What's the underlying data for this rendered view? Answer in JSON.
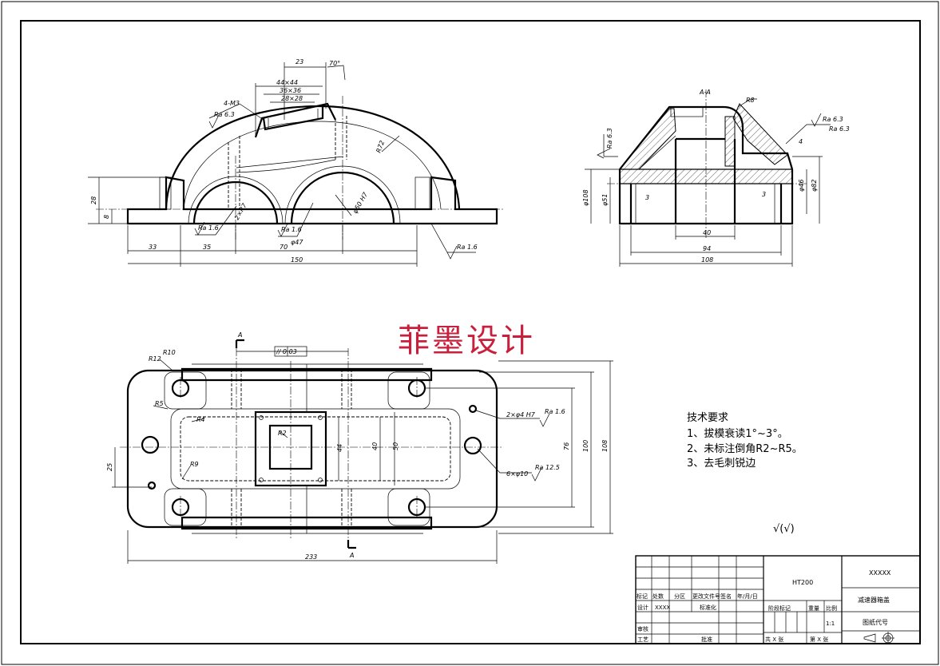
{
  "watermark": "菲墨设计",
  "notes": {
    "title": "技术要求",
    "items": [
      "1、拔模衰读1°~3°。",
      "2、未标注倒角R2~R5。",
      "3、去毛刺锐边"
    ]
  },
  "surface_symbol": "√(√)",
  "front_view": {
    "dims": [
      "23",
      "70°",
      "44×44",
      "36×36",
      "28×28",
      "4-M3",
      "Ra 6.3",
      "R72",
      "28",
      "8",
      "33",
      "35",
      "70",
      "150",
      "Ra 1.6",
      "Ra 1.6",
      "Ra 1.6",
      "φ50 H7",
      "2×R7",
      "φ47"
    ]
  },
  "side_view": {
    "section_label": "A-A",
    "dims": [
      "R8",
      "Ra 6.3",
      "Ra 6.3",
      "4",
      "Ra 6.3",
      "3",
      "3",
      "φ108",
      "φ51",
      "φ46",
      "φ82",
      "40",
      "94",
      "108"
    ]
  },
  "top_view": {
    "dims": [
      "A",
      "A",
      "// 0.03",
      "R12",
      "R10",
      "R5",
      "R4",
      "R2",
      "R9",
      "25",
      "44",
      "40",
      "50",
      "76",
      "100",
      "108",
      "233",
      "2×φ4 H7",
      "Ra 1.6",
      "6×φ10",
      "Ra 12.5"
    ]
  },
  "title_block": {
    "material": "HT200",
    "drawing_name_top": "XXXXX",
    "part_name": "减速器箱盖",
    "drawing_code_label": "图纸代号",
    "header_labels": [
      "标记",
      "处数",
      "分区",
      "更改文件号",
      "签名",
      "年/月/日"
    ],
    "design_label": "设计",
    "design_value": "XXXX",
    "standardize_label": "标准化",
    "stage_label": "阶段标记",
    "weight_label": "重量",
    "scale_label": "比例",
    "scale_value": "1:1",
    "check_label": "审核",
    "process_label": "工艺",
    "approve_label": "批准",
    "sheets_total": "共 X 张",
    "sheet_no": "第 X 张"
  }
}
